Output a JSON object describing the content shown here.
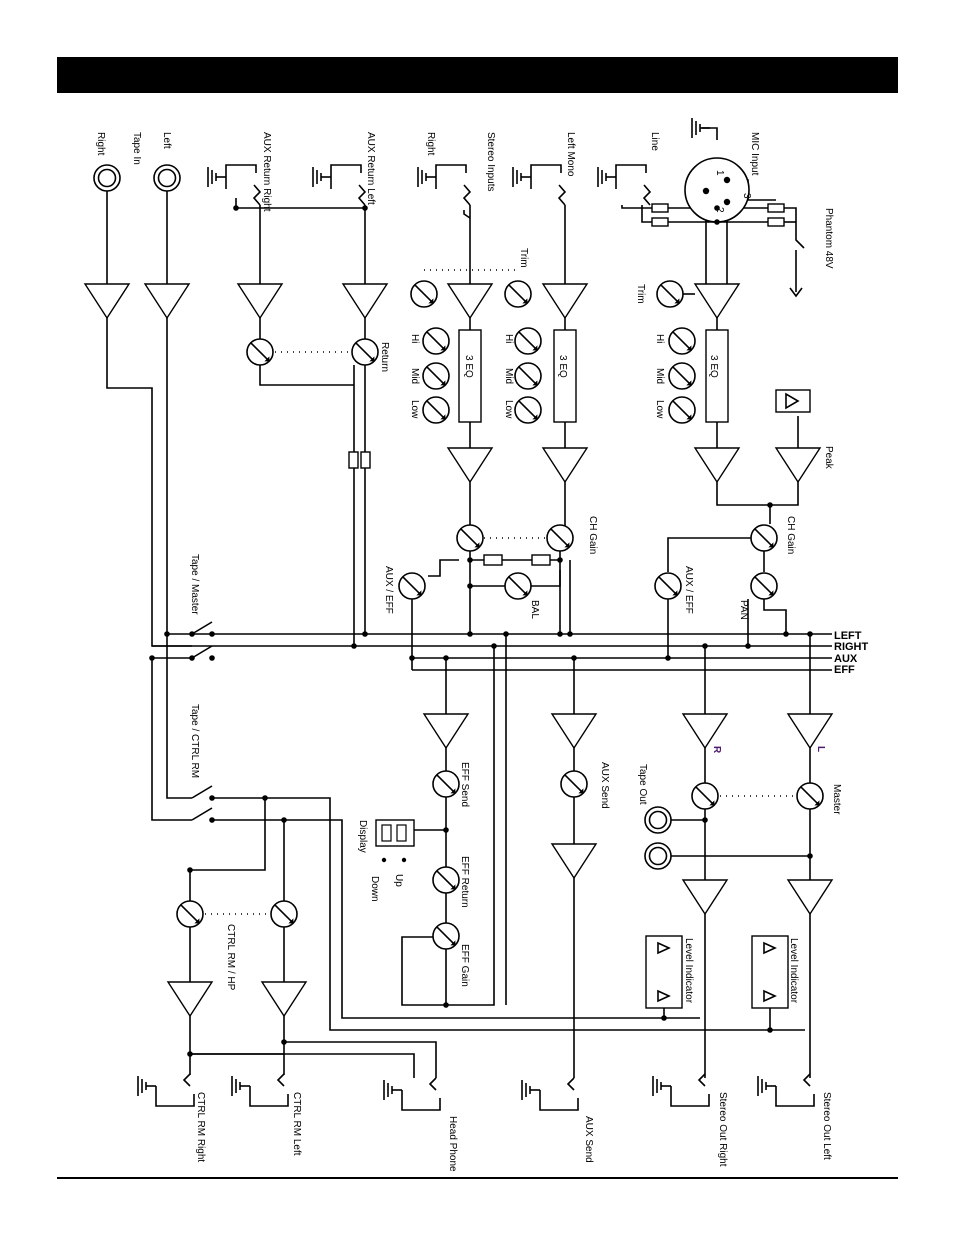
{
  "labels": {
    "mic_input": "MIC Input",
    "line": "Line",
    "phantom": "Phantom 48V",
    "left_mono": "Left Mono",
    "stereo_inputs": "Stereo Inputs",
    "right": "Right",
    "aux_return_left": "AUX Return Left",
    "aux_return_right": "AUX Return Right",
    "left": "Left",
    "tape_in": "Tape In",
    "trim": "Trim",
    "hi": "Hi",
    "mid": "Mid",
    "low": "Low",
    "eq": "3 EQ",
    "return": "Return",
    "peak": "Peak",
    "ch_gain": "CH Gain",
    "aux_eff": "AUX / EFF",
    "pan": "PAN",
    "bal": "BAL",
    "tape_master": "Tape / Master",
    "tape_ctrl_rm": "Tape / CTRL RM",
    "eff_send": "EFF Send",
    "eff_return": "EFF Return",
    "eff_gain": "EFF Gain",
    "aux_send": "AUX Send",
    "display": "Display",
    "up": "Up",
    "down": "Down",
    "tape_out": "Tape Out",
    "master": "Master",
    "level_indicator": "Level Indicator",
    "ctrl_rm_hp": "CTRL RM / HP",
    "ctrl_rm_right": "CTRL RM Right",
    "ctrl_rm_left": "CTRL RM Left",
    "head_phone": "Head Phone",
    "stereo_out_right": "Stereo Out Right",
    "stereo_out_left": "Stereo Out Left",
    "r": "R",
    "l": "L",
    "pin1": "1",
    "pin2": "2",
    "pin3": "3"
  },
  "buses": {
    "left": "LEFT",
    "right": "RIGHT",
    "aux": "AUX",
    "eff": "EFF"
  }
}
